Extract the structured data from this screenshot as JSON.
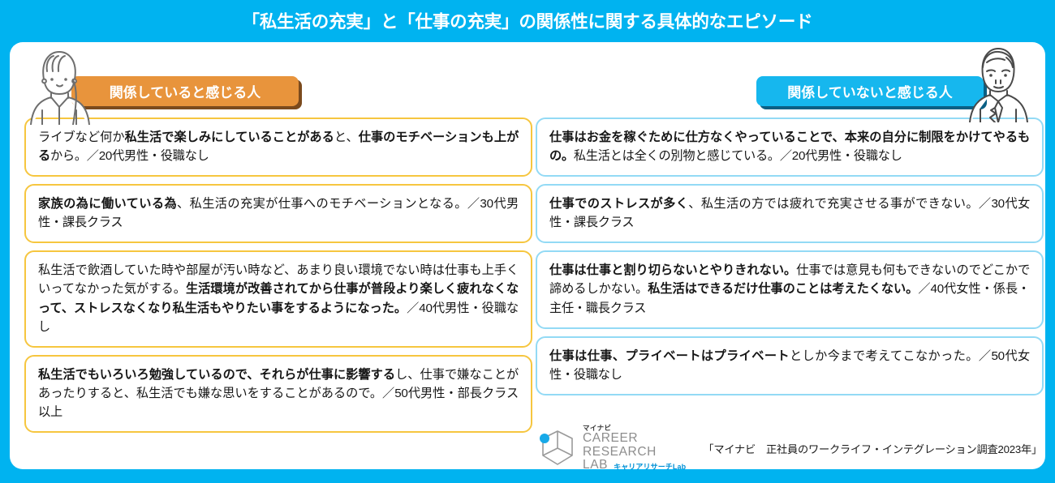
{
  "header": {
    "title": "「私生活の充実」と「仕事の充実」の関係性に関する具体的なエピソード"
  },
  "colors": {
    "background": "#00B3F0",
    "card": "#FFFFFF",
    "left_accent": "#E8943C",
    "left_accent_shadow": "#7B4A1D",
    "left_border": "#F6C63F",
    "right_accent": "#16B7EE",
    "right_accent_shadow": "#0A5F84",
    "right_border": "#93DAF5",
    "logo_blue": "#0091D6"
  },
  "columns": [
    {
      "id": "related",
      "heading": "関係していると感じる人",
      "avatar": "woman-avatar-icon",
      "quotes": [
        [
          {
            "t": "ライブなど何か",
            "b": false
          },
          {
            "t": "私生活で楽しみにしていることがある",
            "b": true
          },
          {
            "t": "と、",
            "b": false
          },
          {
            "t": "仕事のモチベーションも上がる",
            "b": true
          },
          {
            "t": "から。／20代男性・役職なし",
            "b": false
          }
        ],
        [
          {
            "t": "家族の為に働いている為",
            "b": true
          },
          {
            "t": "、私生活の充実が仕事へのモチベーションとなる。／30代男性・課長クラス",
            "b": false
          }
        ],
        [
          {
            "t": "私生活で飲酒していた時や部屋が汚い時など、あまり良い環境でない時は仕事も上手くいってなかった気がする。",
            "b": false
          },
          {
            "t": "生活環境が改善されてから仕事が普段より楽しく疲れなくなって、ストレスなくなり私生活もやりたい事をするようになった。",
            "b": true
          },
          {
            "t": "／40代男性・役職なし",
            "b": false
          }
        ],
        [
          {
            "t": "私生活でもいろいろ勉強しているので、それらが仕事に影響する",
            "b": true
          },
          {
            "t": "し、仕事で嫌なことがあったりすると、私生活でも嫌な思いをすることがあるので。／50代男性・部長クラス以上",
            "b": false
          }
        ]
      ]
    },
    {
      "id": "not-related",
      "heading": "関係していないと感じる人",
      "avatar": "man-avatar-icon",
      "quotes": [
        [
          {
            "t": "仕事はお金を稼ぐために仕方なくやっていることで、本来の自分に制限をかけてやるもの。",
            "b": true
          },
          {
            "t": "私生活とは全くの別物と感じている。／20代男性・役職なし",
            "b": false
          }
        ],
        [
          {
            "t": "仕事でのストレスが多く",
            "b": true
          },
          {
            "t": "、私生活の方では疲れで充実させる事ができない。／30代女性・課長クラス",
            "b": false
          }
        ],
        [
          {
            "t": "仕事は仕事と割り切らないとやりきれない。",
            "b": true
          },
          {
            "t": "仕事では意見も何もできないのでどこかで諦めるしかない。",
            "b": false
          },
          {
            "t": "私生活はできるだけ仕事のことは考えたくない。",
            "b": true
          },
          {
            "t": "／40代女性・係長・主任・職長クラス",
            "b": false
          }
        ],
        [
          {
            "t": "仕事は仕事、プライベートはプライベート",
            "b": true
          },
          {
            "t": "としか今まで考えてこなかった。／50代女性・役職なし",
            "b": false
          }
        ]
      ]
    }
  ],
  "footer": {
    "logo": {
      "mynavi": "マイナビ",
      "career": "CAREER RESEARCH",
      "lab": "LAB",
      "jp": "キャリアリサーチLab"
    },
    "citation": "「マイナビ　正社員のワークライフ・インテグレーション調査2023年」"
  }
}
